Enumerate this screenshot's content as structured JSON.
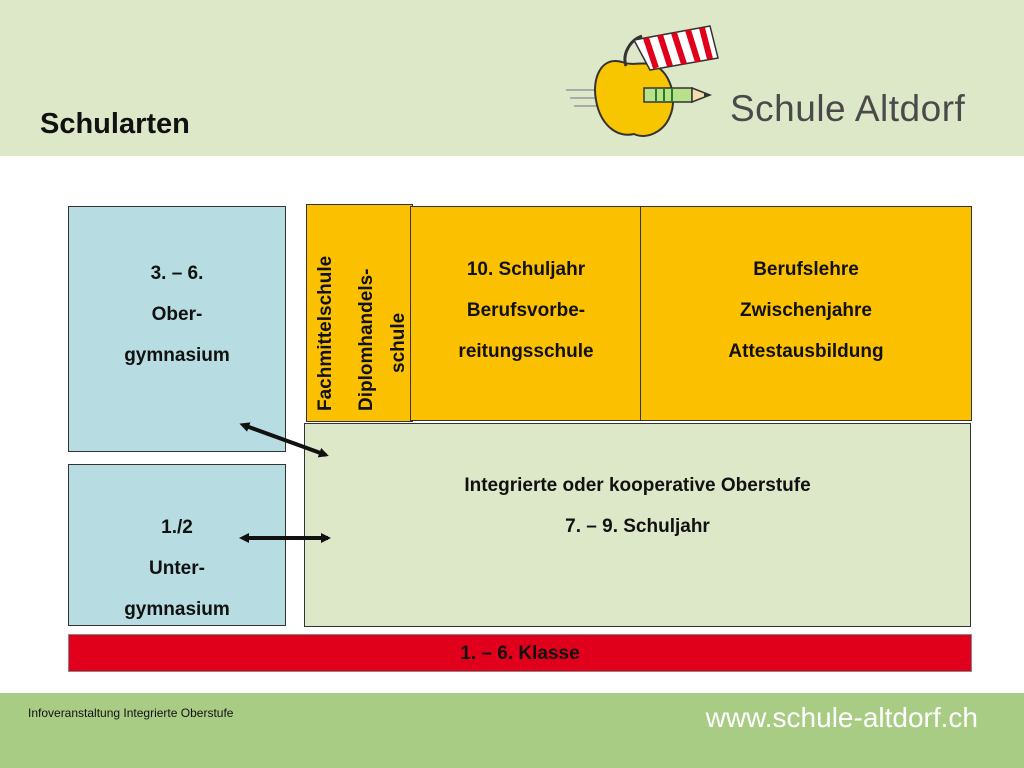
{
  "header": {
    "title": "Schularten",
    "logo_text": "Schule Altdorf"
  },
  "boxes": {
    "obergymnasium": [
      "3. – 6.",
      "Ober-",
      "gymnasium"
    ],
    "untergymnasium": [
      "1./2",
      "Unter-",
      "gymnasium"
    ],
    "fachmittelschule": [
      "Fachmittelschule",
      "Diplomhandels-",
      "schule"
    ],
    "schuljahr10": [
      "10. Schuljahr",
      "Berufsvorbe-",
      "reitungsschule"
    ],
    "berufslehre": [
      "Berufslehre",
      "Zwischenjahre",
      "Attestausbildung"
    ],
    "oberstufe": [
      "Integrierte oder kooperative Oberstufe",
      "7. – 9. Schuljahr"
    ],
    "primar": "1. – 6. Klasse"
  },
  "footer": {
    "left": "Infoveranstaltung Integrierte Oberstufe",
    "right": "www.schule-altdorf.ch"
  },
  "colors": {
    "header_bg": "#dde8c8",
    "blue": "#b7dde3",
    "orange": "#fbc000",
    "green": "#dde8c8",
    "red": "#e0001b",
    "footer_bg": "#a9cc85"
  }
}
